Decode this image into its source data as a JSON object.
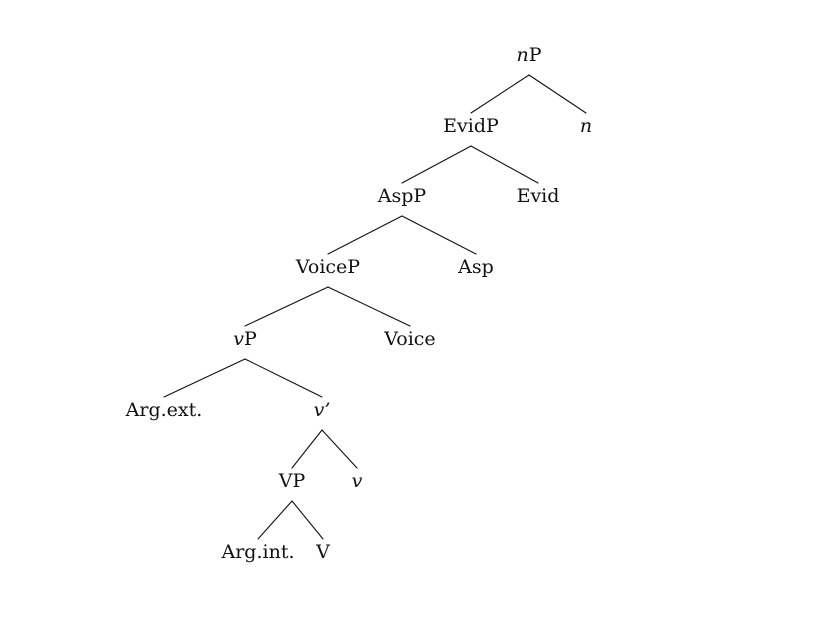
{
  "tree": {
    "nodes": {
      "nP": {
        "parts": [
          {
            "text": "n",
            "italic": true
          },
          {
            "text": "P",
            "italic": false
          }
        ]
      },
      "n": {
        "parts": [
          {
            "text": "n",
            "italic": true
          }
        ]
      },
      "EvidP": {
        "parts": [
          {
            "text": "EvidP",
            "italic": false
          }
        ]
      },
      "Evid": {
        "parts": [
          {
            "text": "Evid",
            "italic": false
          }
        ]
      },
      "AspP": {
        "parts": [
          {
            "text": "AspP",
            "italic": false
          }
        ]
      },
      "Asp": {
        "parts": [
          {
            "text": "Asp",
            "italic": false
          }
        ]
      },
      "VoiceP": {
        "parts": [
          {
            "text": "VoiceP",
            "italic": false
          }
        ]
      },
      "Voice": {
        "parts": [
          {
            "text": "Voice",
            "italic": false
          }
        ]
      },
      "vP": {
        "parts": [
          {
            "text": "v",
            "italic": true
          },
          {
            "text": "P",
            "italic": false
          }
        ]
      },
      "ArgExt": {
        "parts": [
          {
            "text": "Arg.ext.",
            "italic": false
          }
        ]
      },
      "vBar": {
        "parts": [
          {
            "text": "v’",
            "italic": true
          }
        ]
      },
      "VP": {
        "parts": [
          {
            "text": "VP",
            "italic": false
          }
        ]
      },
      "vHead": {
        "parts": [
          {
            "text": "v",
            "italic": true
          }
        ]
      },
      "ArgInt": {
        "parts": [
          {
            "text": "Arg.int.",
            "italic": false
          }
        ]
      },
      "V": {
        "parts": [
          {
            "text": "V",
            "italic": false
          }
        ]
      }
    },
    "edges": [
      [
        "nP",
        "EvidP"
      ],
      [
        "nP",
        "n"
      ],
      [
        "EvidP",
        "AspP"
      ],
      [
        "EvidP",
        "Evid"
      ],
      [
        "AspP",
        "VoiceP"
      ],
      [
        "AspP",
        "Asp"
      ],
      [
        "VoiceP",
        "vP"
      ],
      [
        "VoiceP",
        "Voice"
      ],
      [
        "vP",
        "ArgExt"
      ],
      [
        "vP",
        "vBar"
      ],
      [
        "vBar",
        "VP"
      ],
      [
        "vBar",
        "vHead"
      ],
      [
        "VP",
        "ArgInt"
      ],
      [
        "VP",
        "V"
      ]
    ]
  }
}
